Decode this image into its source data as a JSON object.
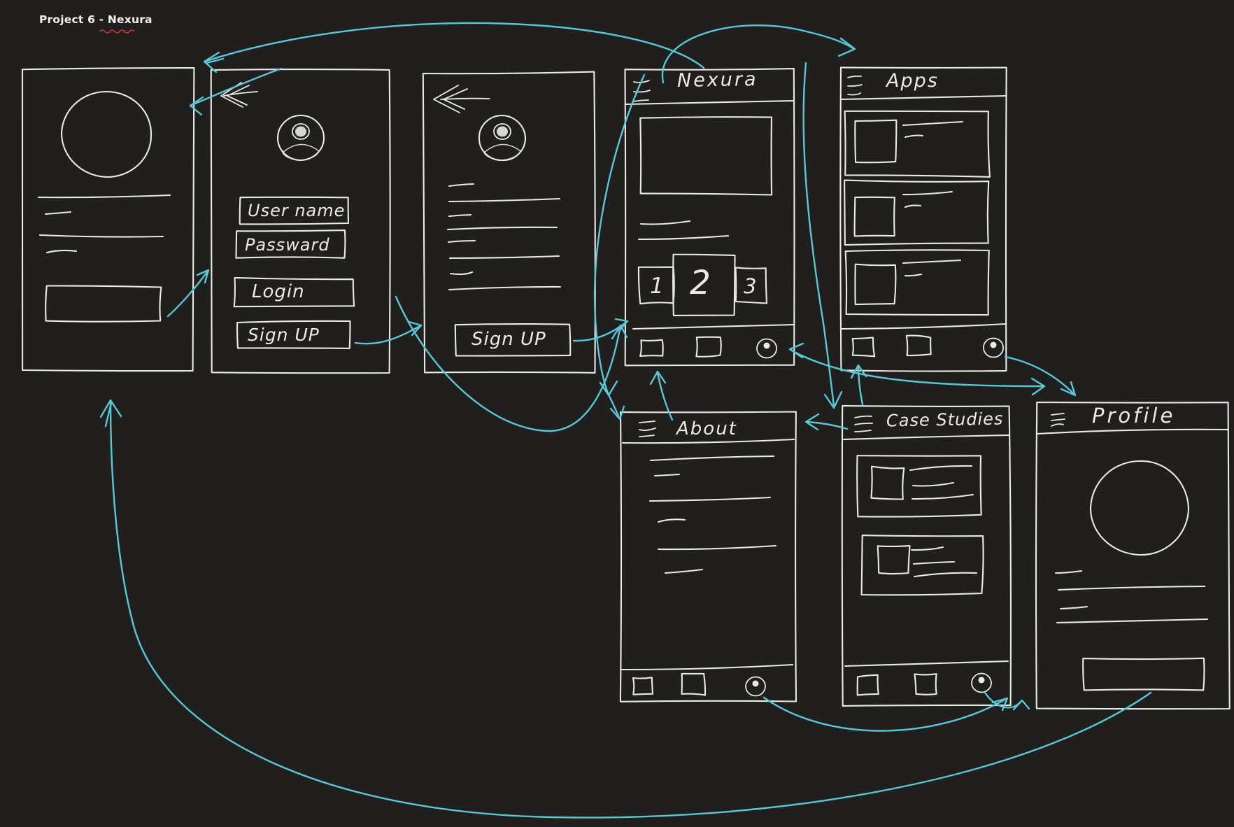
{
  "header": {
    "title": "Project 6 - Nexura"
  },
  "colors": {
    "background": "#211f1e",
    "ink": "#e9e9e7",
    "accent": "#58c7d6",
    "spellcheck_underline": "#c83c32"
  },
  "icons": {
    "menu": "hamburger",
    "back": "arrow-left",
    "avatar": "person-in-circle",
    "nav_page": "square-page"
  },
  "screens": {
    "login": {
      "username": "User name",
      "password": "Passward",
      "login": "Login",
      "signup": "Sign UP"
    },
    "signup": {
      "signup": "Sign UP"
    },
    "home": {
      "title": "Nexura",
      "carousel": [
        "1",
        "2",
        "3"
      ]
    },
    "apps": {
      "title": "Apps"
    },
    "about": {
      "title": "About"
    },
    "case_studies": {
      "title": "Case Studies"
    },
    "profile": {
      "title": "Profile"
    }
  }
}
